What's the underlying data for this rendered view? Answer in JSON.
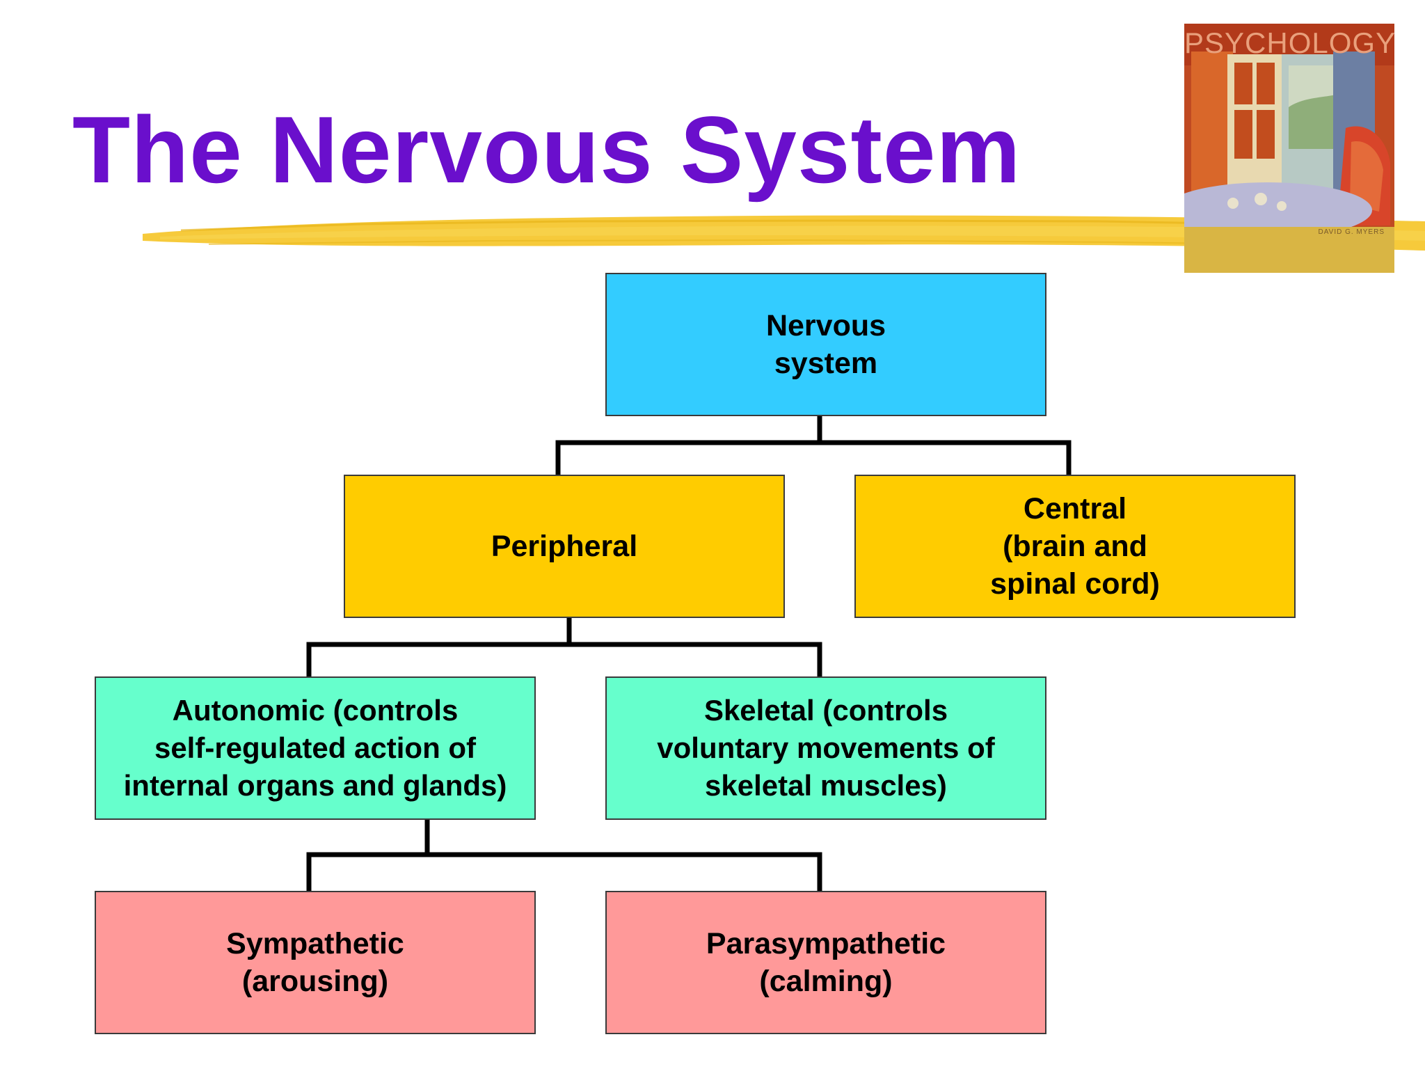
{
  "slide": {
    "title": "The Nervous System"
  },
  "book_cover": {
    "title": "PSYCHOLOGY",
    "author": "DAVID G. MYERS"
  },
  "diagram": {
    "nodes": {
      "nervous_system": "Nervous\nsystem",
      "peripheral": "Peripheral",
      "central": "Central\n(brain and\nspinal cord)",
      "autonomic": "Autonomic (controls\nself-regulated action of\ninternal organs and glands)",
      "skeletal": "Skeletal (controls\nvoluntary movements of\nskeletal muscles)",
      "sympathetic": "Sympathetic\n(arousing)",
      "parasympathetic": "Parasympathetic\n(calming)"
    },
    "edges": [
      {
        "from": "nervous_system",
        "to": "peripheral"
      },
      {
        "from": "nervous_system",
        "to": "central"
      },
      {
        "from": "peripheral",
        "to": "autonomic"
      },
      {
        "from": "peripheral",
        "to": "skeletal"
      },
      {
        "from": "autonomic",
        "to": "sympathetic"
      },
      {
        "from": "autonomic",
        "to": "parasympathetic"
      }
    ],
    "colors": {
      "level_1": "#33ccff",
      "level_2": "#ffcc00",
      "level_3": "#66ffcc",
      "level_4": "#ff9999",
      "title": "#6a0fcc",
      "brush_stroke": "#f5c52a"
    }
  }
}
